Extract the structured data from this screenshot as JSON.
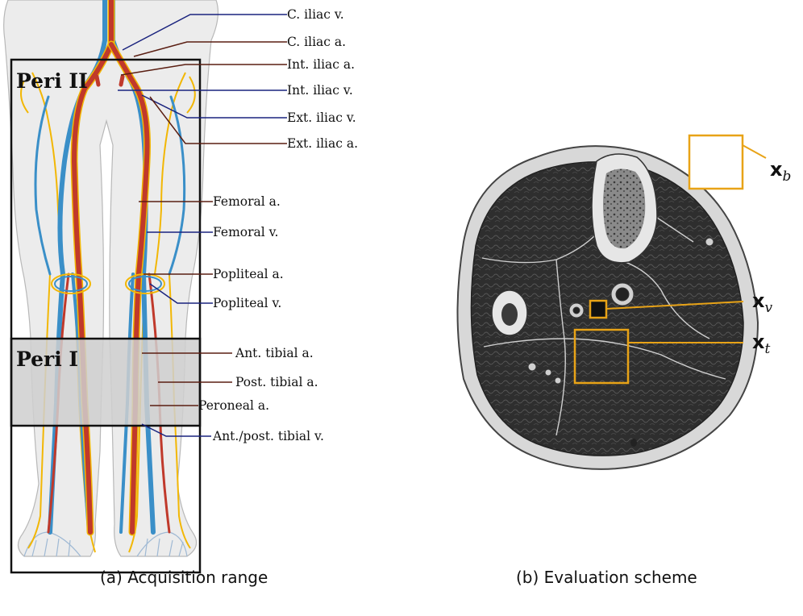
{
  "figure_a": {
    "regions": [
      {
        "name": "Peri II"
      },
      {
        "name": "Peri I"
      }
    ],
    "vessel_labels": [
      {
        "text": "C. iliac v.",
        "kind": "vein"
      },
      {
        "text": "C. iliac a.",
        "kind": "artery"
      },
      {
        "text": "Int. iliac a.",
        "kind": "artery"
      },
      {
        "text": "Int. iliac v.",
        "kind": "vein"
      },
      {
        "text": "Ext. iliac v.",
        "kind": "vein"
      },
      {
        "text": "Ext. iliac a.",
        "kind": "artery"
      },
      {
        "text": "Femoral a.",
        "kind": "artery"
      },
      {
        "text": "Femoral v.",
        "kind": "vein"
      },
      {
        "text": "Popliteal a.",
        "kind": "artery"
      },
      {
        "text": "Popliteal v.",
        "kind": "vein"
      },
      {
        "text": "Ant. tibial a.",
        "kind": "artery"
      },
      {
        "text": "Post. tibial a.",
        "kind": "artery"
      },
      {
        "text": "Peroneal a.",
        "kind": "artery"
      },
      {
        "text": "Ant./post. tibial v.",
        "kind": "vein"
      }
    ],
    "caption": "(a)  Acquisition range"
  },
  "figure_b": {
    "rois": [
      {
        "symbol": "x",
        "subscript": "b"
      },
      {
        "symbol": "x",
        "subscript": "v"
      },
      {
        "symbol": "x",
        "subscript": "t"
      }
    ],
    "caption": "(b)  Evaluation scheme"
  },
  "colors": {
    "artery": "#c0392b",
    "artery_leader": "#5a1e12",
    "vein": "#3a8fc8",
    "vein_leader": "#1a237e",
    "nerve": "#f2b705",
    "roi": "#e8a317",
    "skin": "#ececec",
    "peri_i_fill": "#cfcfcf"
  }
}
